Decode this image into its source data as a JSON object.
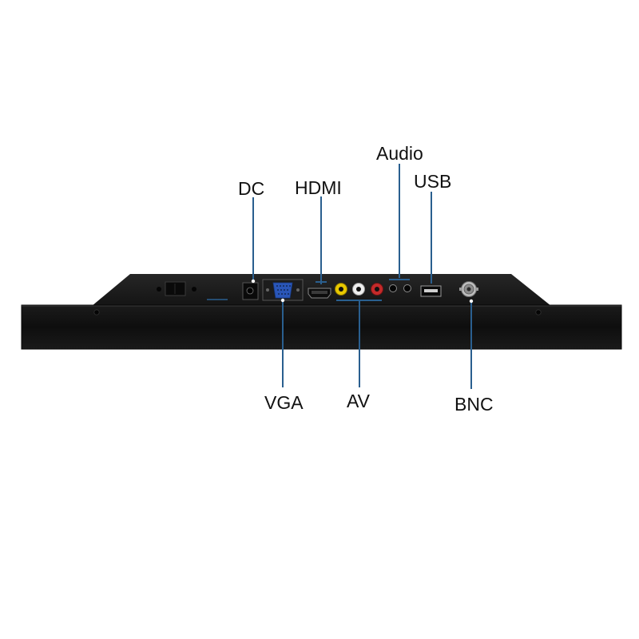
{
  "labels": {
    "dc": "DC",
    "hdmi": "HDMI",
    "audio": "Audio",
    "usb": "USB",
    "vga": "VGA",
    "av": "AV",
    "bnc": "BNC"
  },
  "colors": {
    "background": "#ffffff",
    "body": "#121212",
    "leader_line": "#2a5f8f",
    "vga_port": "#2a56b8",
    "av_yellow": "#e8c800",
    "av_white": "#eeeeee",
    "av_red": "#c42a2a"
  }
}
